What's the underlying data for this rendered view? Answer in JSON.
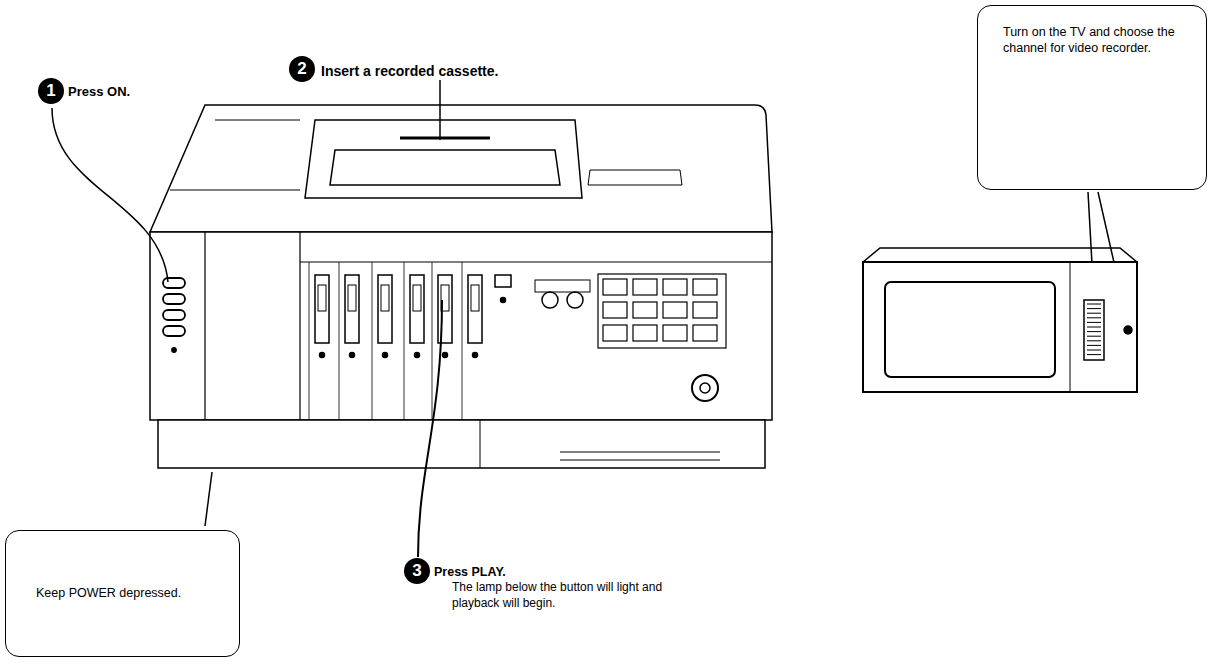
{
  "diagram": {
    "nodes": [
      {
        "text": [
          "1"
        ]
      },
      {
        "text": [
          "2"
        ]
      },
      {
        "text": [
          "Turn on the TV and choose the channel for video recorder."
        ]
      },
      {
        "text": [
          "3"
        ]
      },
      {
        "text": [
          "Keep POWER depressed."
        ]
      }
    ],
    "labels": [
      "Press ON.",
      "Insert a recorded cassette.",
      "Press PLAY.",
      "The lamp below the button will light and playback will begin."
    ]
  }
}
